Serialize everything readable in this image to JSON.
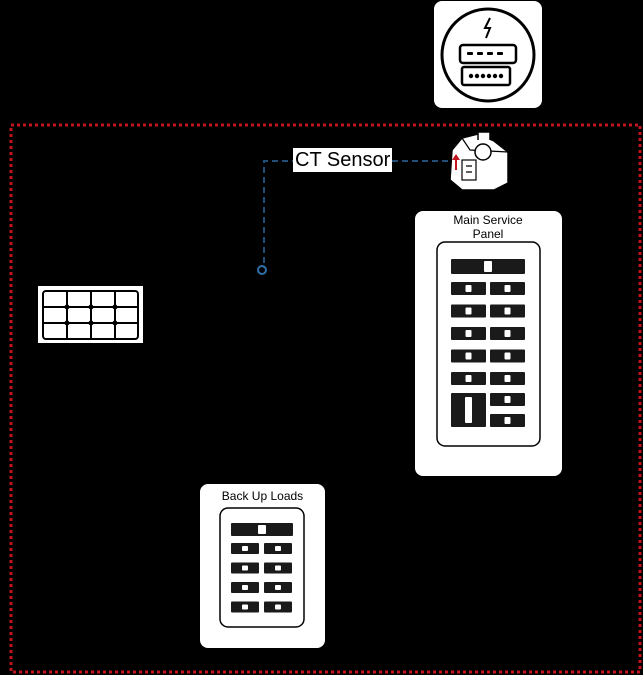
{
  "labels": {
    "ct_sensor": "CT Sensor",
    "main_service_panel": "Main Service Panel",
    "backup_loads": "Back Up Loads"
  },
  "icons": {
    "meter": "electric-meter-icon",
    "ct_clamp": "ct-clamp-icon",
    "solar": "solar-panel-icon",
    "main_panel": "breaker-panel-icon",
    "backup_panel": "breaker-panel-icon"
  },
  "colors": {
    "background": "#000000",
    "boundary": "#c0141e",
    "wire": "#1f4e79",
    "box_fill": "#ffffff",
    "breaker": "#1a1a1a"
  },
  "main_panel": {
    "main_breaker_rows": 1,
    "breaker_rows": 5,
    "tandem_rows": 1
  },
  "backup_panel": {
    "main_breaker_rows": 1,
    "breaker_rows": 4
  }
}
